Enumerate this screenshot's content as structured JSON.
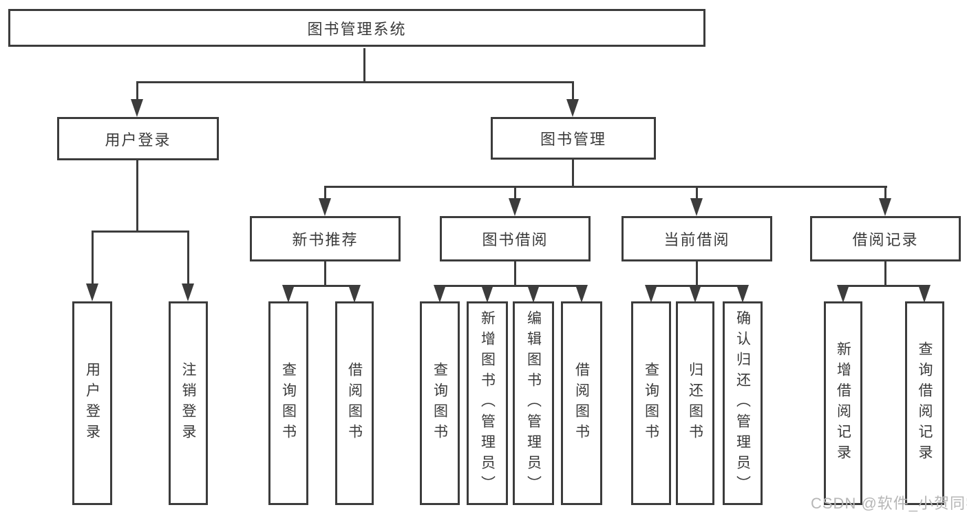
{
  "diagram": {
    "title": "图书管理系统",
    "nodes": {
      "root": "图书管理系统",
      "level2": [
        "用户登录",
        "图书管理"
      ],
      "level3": [
        "新书推荐",
        "图书借阅",
        "当前借阅",
        "借阅记录"
      ],
      "leaves": [
        "用户登录",
        "注销登录",
        "查询图书",
        "借阅图书",
        "查询图书",
        "新增图书（管理员）",
        "编辑图书（管理员）",
        "借阅图书",
        "查询图书",
        "归还图书",
        "确认归还（管理员）",
        "新增借阅记录",
        "查询借阅记录"
      ]
    },
    "hierarchy": {
      "图书管理系统": [
        "用户登录",
        "图书管理"
      ],
      "用户登录": [
        "用户登录",
        "注销登录"
      ],
      "图书管理": [
        "新书推荐",
        "图书借阅",
        "当前借阅",
        "借阅记录"
      ],
      "新书推荐": [
        "查询图书",
        "借阅图书"
      ],
      "图书借阅": [
        "查询图书",
        "新增图书（管理员）",
        "编辑图书（管理员）",
        "借阅图书"
      ],
      "当前借阅": [
        "查询图书",
        "归还图书",
        "确认归还（管理员）"
      ],
      "借阅记录": [
        "新增借阅记录",
        "查询借阅记录"
      ]
    },
    "colors": {
      "line": "#3c3c3c",
      "box_border": "#3c3c3c",
      "text": "#3a3a3a",
      "background": "#ffffff",
      "watermark": "#b6b6b6"
    }
  },
  "watermark": {
    "text": "CSDN @软件_小贺同学"
  }
}
